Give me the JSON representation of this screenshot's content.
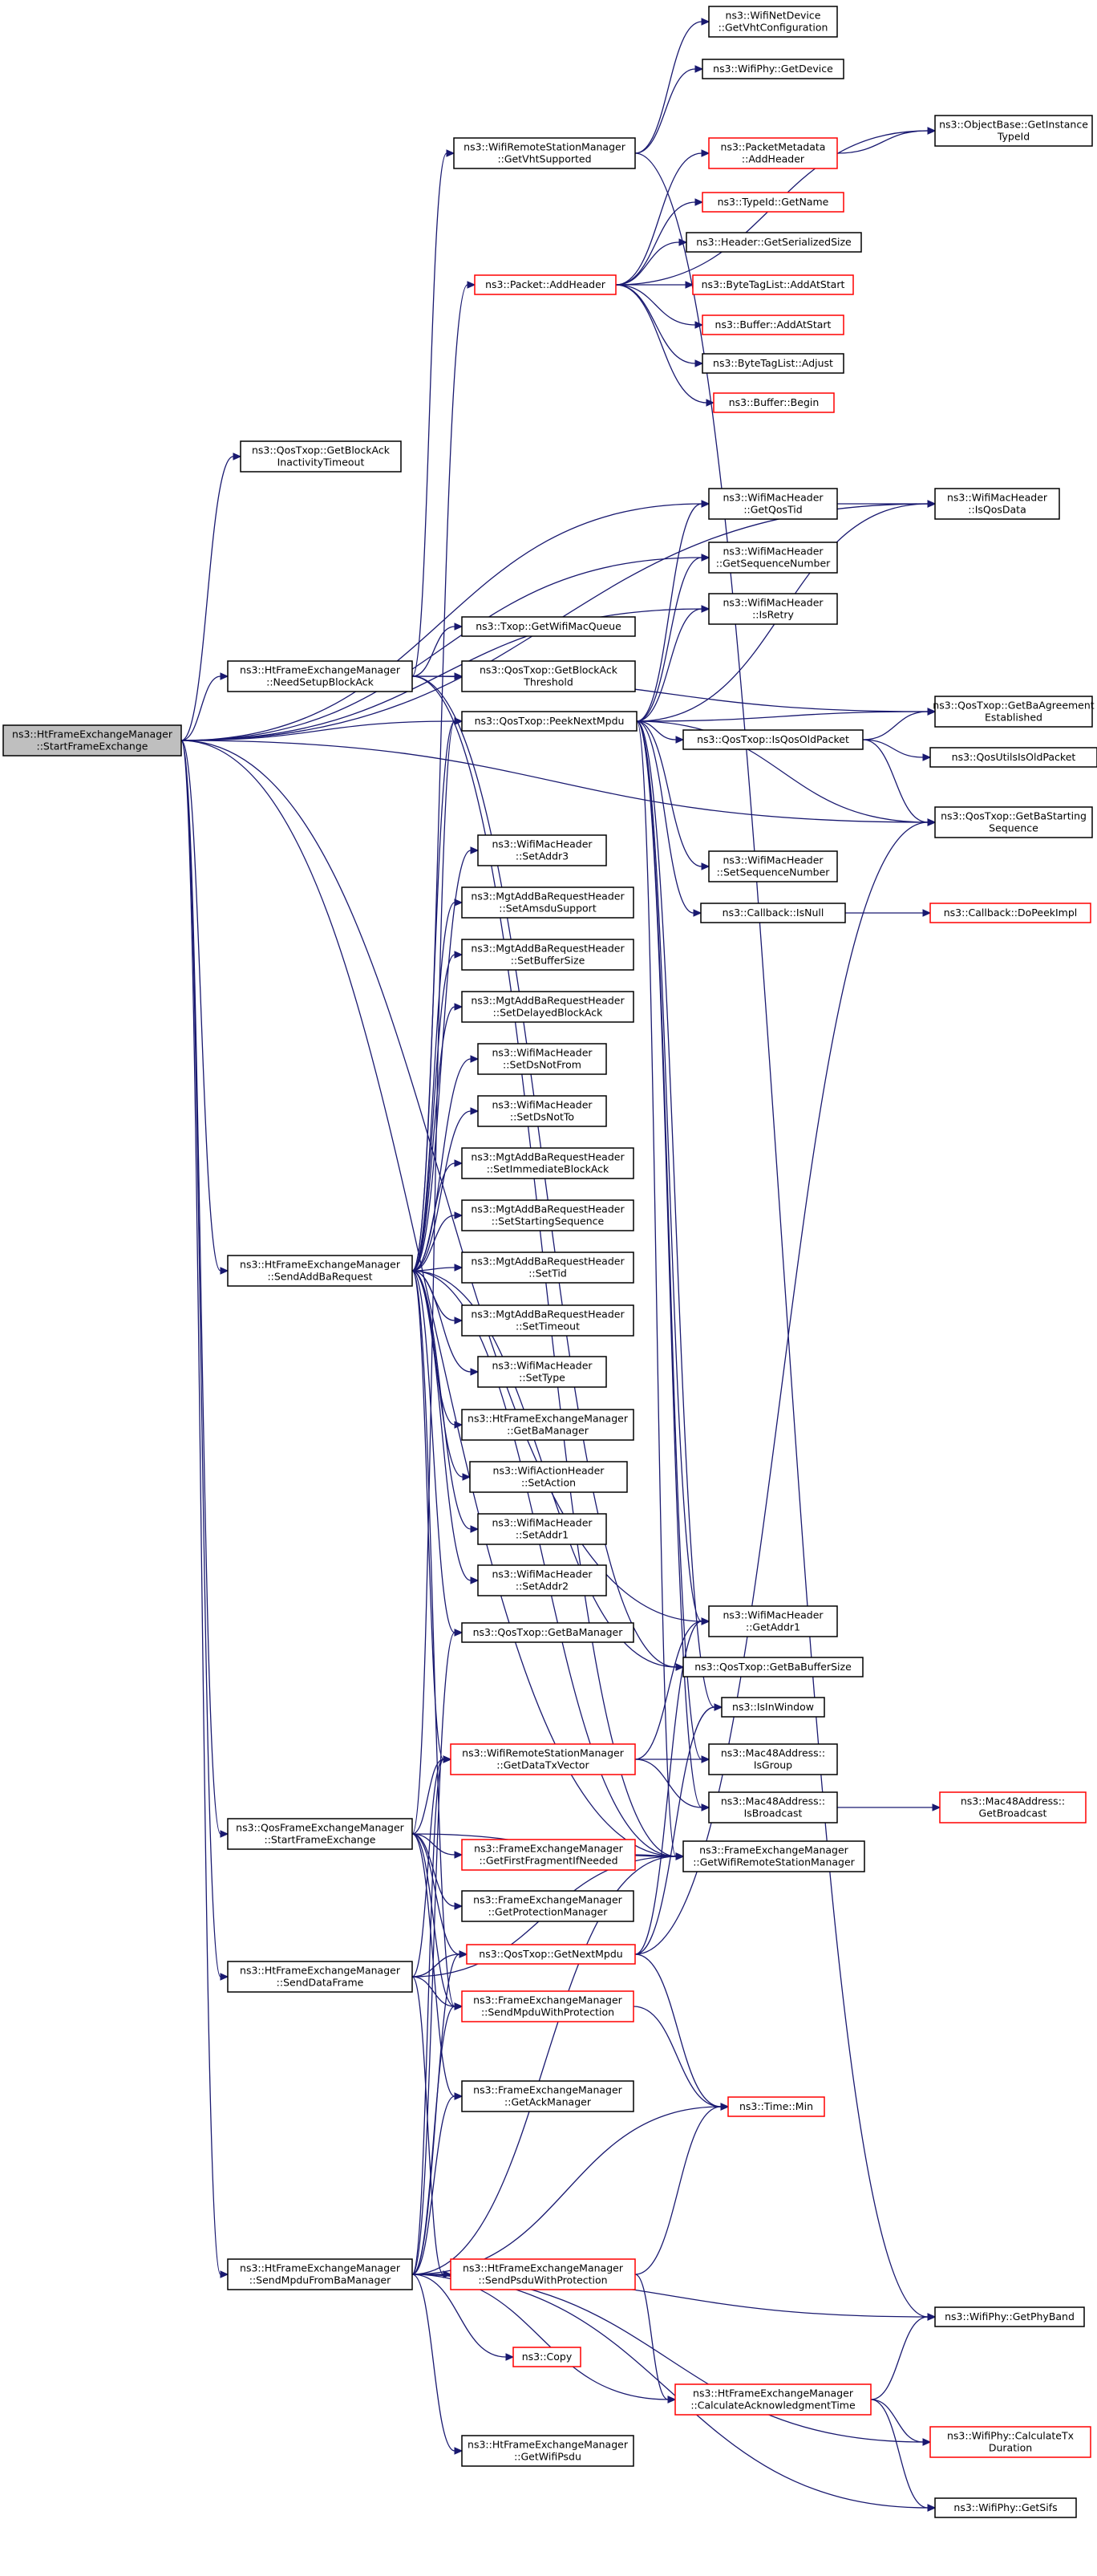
{
  "colors": {
    "edge": "#191970",
    "border_normal": "#000000",
    "border_truncated": "#ff0000",
    "root_fill": "#bfbfbf",
    "node_fill": "#ffffff"
  },
  "root": "start",
  "nodes": [
    {
      "id": "start",
      "lines": [
        "ns3::HtFrameExchangeManager",
        "::StartFrameExchange"
      ],
      "status": "root"
    },
    {
      "id": "blockack_timeout",
      "lines": [
        "ns3::QosTxop::GetBlockAck",
        "InactivityTimeout"
      ],
      "status": "normal"
    },
    {
      "id": "getqostid",
      "lines": [
        "ns3::WifiMacHeader",
        "::GetQosTid"
      ],
      "status": "normal"
    },
    {
      "id": "isqosdata",
      "lines": [
        "ns3::WifiMacHeader",
        "::IsQosData"
      ],
      "status": "normal"
    },
    {
      "id": "getseqnum",
      "lines": [
        "ns3::WifiMacHeader",
        "::GetSequenceNumber"
      ],
      "status": "normal"
    },
    {
      "id": "isretry",
      "lines": [
        "ns3::WifiMacHeader",
        "::IsRetry"
      ],
      "status": "normal"
    },
    {
      "id": "needsetup",
      "lines": [
        "ns3::HtFrameExchangeManager",
        "::NeedSetupBlockAck"
      ],
      "status": "normal"
    },
    {
      "id": "getwifimacqueue",
      "lines": [
        "ns3::Txop::GetWifiMacQueue"
      ],
      "status": "normal"
    },
    {
      "id": "getblockackthr",
      "lines": [
        "ns3::QosTxop::GetBlockAck",
        "Threshold"
      ],
      "status": "normal"
    },
    {
      "id": "getvhtsupported",
      "lines": [
        "ns3::WifiRemoteStationManager",
        "::GetVhtSupported"
      ],
      "status": "normal"
    },
    {
      "id": "getvhtconfig",
      "lines": [
        "ns3::WifiNetDevice",
        "::GetVhtConfiguration"
      ],
      "status": "normal"
    },
    {
      "id": "phygetdevice",
      "lines": [
        "ns3::WifiPhy::GetDevice"
      ],
      "status": "normal"
    },
    {
      "id": "getinstancetypeid",
      "lines": [
        "ns3::ObjectBase::GetInstance",
        "TypeId"
      ],
      "status": "normal"
    },
    {
      "id": "pktmeta_addheader",
      "lines": [
        "ns3::PacketMetadata",
        "::AddHeader"
      ],
      "status": "truncated"
    },
    {
      "id": "typeid_getname",
      "lines": [
        "ns3::TypeId::GetName"
      ],
      "status": "truncated"
    },
    {
      "id": "header_getser",
      "lines": [
        "ns3::Header::GetSerializedSize"
      ],
      "status": "normal"
    },
    {
      "id": "packet_addheader",
      "lines": [
        "ns3::Packet::AddHeader"
      ],
      "status": "truncated"
    },
    {
      "id": "bytetag_addatstart",
      "lines": [
        "ns3::ByteTagList::AddAtStart"
      ],
      "status": "truncated"
    },
    {
      "id": "buffer_addatstart",
      "lines": [
        "ns3::Buffer::AddAtStart"
      ],
      "status": "truncated"
    },
    {
      "id": "bytetag_adjust",
      "lines": [
        "ns3::ByteTagList::Adjust"
      ],
      "status": "normal"
    },
    {
      "id": "buffer_begin",
      "lines": [
        "ns3::Buffer::Begin"
      ],
      "status": "truncated"
    },
    {
      "id": "peeknextmpdu",
      "lines": [
        "ns3::QosTxop::PeekNextMpdu"
      ],
      "status": "normal"
    },
    {
      "id": "isqosoldpacket",
      "lines": [
        "ns3::QosTxop::IsQosOldPacket"
      ],
      "status": "normal"
    },
    {
      "id": "getbaagreement",
      "lines": [
        "ns3::QosTxop::GetBaAgreement",
        "Established"
      ],
      "status": "normal"
    },
    {
      "id": "qosutilsisold",
      "lines": [
        "ns3::QosUtilsIsOldPacket"
      ],
      "status": "normal"
    },
    {
      "id": "getbastartseq",
      "lines": [
        "ns3::QosTxop::GetBaStarting",
        "Sequence"
      ],
      "status": "normal"
    },
    {
      "id": "setseqnum",
      "lines": [
        "ns3::WifiMacHeader",
        "::SetSequenceNumber"
      ],
      "status": "normal"
    },
    {
      "id": "callback_isnull",
      "lines": [
        "ns3::Callback::IsNull"
      ],
      "status": "normal"
    },
    {
      "id": "callback_dopeek",
      "lines": [
        "ns3::Callback::DoPeekImpl"
      ],
      "status": "truncated"
    },
    {
      "id": "setaddr3",
      "lines": [
        "ns3::WifiMacHeader",
        "::SetAddr3"
      ],
      "status": "normal"
    },
    {
      "id": "setamsdusupport",
      "lines": [
        "ns3::MgtAddBaRequestHeader",
        "::SetAmsduSupport"
      ],
      "status": "normal"
    },
    {
      "id": "setbuffersize",
      "lines": [
        "ns3::MgtAddBaRequestHeader",
        "::SetBufferSize"
      ],
      "status": "normal"
    },
    {
      "id": "setdelayedblockack",
      "lines": [
        "ns3::MgtAddBaRequestHeader",
        "::SetDelayedBlockAck"
      ],
      "status": "normal"
    },
    {
      "id": "setdsnotfrom",
      "lines": [
        "ns3::WifiMacHeader",
        "::SetDsNotFrom"
      ],
      "status": "normal"
    },
    {
      "id": "setdsnotto",
      "lines": [
        "ns3::WifiMacHeader",
        "::SetDsNotTo"
      ],
      "status": "normal"
    },
    {
      "id": "setimmediateblockack",
      "lines": [
        "ns3::MgtAddBaRequestHeader",
        "::SetImmediateBlockAck"
      ],
      "status": "normal"
    },
    {
      "id": "setstartingseq",
      "lines": [
        "ns3::MgtAddBaRequestHeader",
        "::SetStartingSequence"
      ],
      "status": "normal"
    },
    {
      "id": "settid",
      "lines": [
        "ns3::MgtAddBaRequestHeader",
        "::SetTid"
      ],
      "status": "normal"
    },
    {
      "id": "settimeout",
      "lines": [
        "ns3::MgtAddBaRequestHeader",
        "::SetTimeout"
      ],
      "status": "normal"
    },
    {
      "id": "settype",
      "lines": [
        "ns3::WifiMacHeader",
        "::SetType"
      ],
      "status": "normal"
    },
    {
      "id": "sendaddbarequest",
      "lines": [
        "ns3::HtFrameExchangeManager",
        "::SendAddBaRequest"
      ],
      "status": "normal"
    },
    {
      "id": "getbamanager_ht",
      "lines": [
        "ns3::HtFrameExchangeManager",
        "::GetBaManager"
      ],
      "status": "normal"
    },
    {
      "id": "setaction",
      "lines": [
        "ns3::WifiActionHeader",
        "::SetAction"
      ],
      "status": "normal"
    },
    {
      "id": "setaddr1",
      "lines": [
        "ns3::WifiMacHeader",
        "::SetAddr1"
      ],
      "status": "normal"
    },
    {
      "id": "setaddr2",
      "lines": [
        "ns3::WifiMacHeader",
        "::SetAddr2"
      ],
      "status": "normal"
    },
    {
      "id": "getaddr1",
      "lines": [
        "ns3::WifiMacHeader",
        "::GetAddr1"
      ],
      "status": "normal"
    },
    {
      "id": "qos_getbamanager",
      "lines": [
        "ns3::QosTxop::GetBaManager"
      ],
      "status": "normal"
    },
    {
      "id": "getbabuffersize",
      "lines": [
        "ns3::QosTxop::GetBaBufferSize"
      ],
      "status": "normal"
    },
    {
      "id": "isinwindow",
      "lines": [
        "ns3::IsInWindow"
      ],
      "status": "normal"
    },
    {
      "id": "getdatatxvector",
      "lines": [
        "ns3::WifiRemoteStationManager",
        "::GetDataTxVector"
      ],
      "status": "truncated"
    },
    {
      "id": "isgroup",
      "lines": [
        "ns3::Mac48Address::",
        "IsGroup"
      ],
      "status": "normal"
    },
    {
      "id": "isbroadcast",
      "lines": [
        "ns3::Mac48Address::",
        "IsBroadcast"
      ],
      "status": "normal"
    },
    {
      "id": "getbroadcast",
      "lines": [
        "ns3::Mac48Address::",
        "GetBroadcast"
      ],
      "status": "truncated"
    },
    {
      "id": "qos_startframeexchange",
      "lines": [
        "ns3::QosFrameExchangeManager",
        "::StartFrameExchange"
      ],
      "status": "normal"
    },
    {
      "id": "getfirstfragment",
      "lines": [
        "ns3::FrameExchangeManager",
        "::GetFirstFragmentIfNeeded"
      ],
      "status": "truncated"
    },
    {
      "id": "getwifirsm",
      "lines": [
        "ns3::FrameExchangeManager",
        "::GetWifiRemoteStationManager"
      ],
      "status": "normal"
    },
    {
      "id": "getprotectionmanager",
      "lines": [
        "ns3::FrameExchangeManager",
        "::GetProtectionManager"
      ],
      "status": "normal"
    },
    {
      "id": "senddataframe",
      "lines": [
        "ns3::HtFrameExchangeManager",
        "::SendDataFrame"
      ],
      "status": "normal"
    },
    {
      "id": "getnextmpdu",
      "lines": [
        "ns3::QosTxop::GetNextMpdu"
      ],
      "status": "truncated"
    },
    {
      "id": "sendmpduwithprot",
      "lines": [
        "ns3::FrameExchangeManager",
        "::SendMpduWithProtection"
      ],
      "status": "truncated"
    },
    {
      "id": "getackmanager",
      "lines": [
        "ns3::FrameExchangeManager",
        "::GetAckManager"
      ],
      "status": "normal"
    },
    {
      "id": "time_min",
      "lines": [
        "ns3::Time::Min"
      ],
      "status": "truncated"
    },
    {
      "id": "sendmpdufromba",
      "lines": [
        "ns3::HtFrameExchangeManager",
        "::SendMpduFromBaManager"
      ],
      "status": "normal"
    },
    {
      "id": "sendpsduwithprot",
      "lines": [
        "ns3::HtFrameExchangeManager",
        "::SendPsduWithProtection"
      ],
      "status": "truncated"
    },
    {
      "id": "getphyband",
      "lines": [
        "ns3::WifiPhy::GetPhyBand"
      ],
      "status": "normal"
    },
    {
      "id": "copy",
      "lines": [
        "ns3::Copy"
      ],
      "status": "truncated"
    },
    {
      "id": "calcackwtime",
      "lines": [
        "ns3::HtFrameExchangeManager",
        "::CalculateAcknowledgmentTime"
      ],
      "status": "truncated"
    },
    {
      "id": "calctxduration",
      "lines": [
        "ns3::WifiPhy::CalculateTx",
        "Duration"
      ],
      "status": "truncated"
    },
    {
      "id": "getwifipsdu",
      "lines": [
        "ns3::HtFrameExchangeManager",
        "::GetWifiPsdu"
      ],
      "status": "normal"
    },
    {
      "id": "getsifs",
      "lines": [
        "ns3::WifiPhy::GetSifs"
      ],
      "status": "normal"
    }
  ],
  "edges": [
    [
      "start",
      "blockack_timeout"
    ],
    [
      "start",
      "getqostid"
    ],
    [
      "start",
      "isqosdata"
    ],
    [
      "start",
      "getseqnum"
    ],
    [
      "start",
      "isretry"
    ],
    [
      "start",
      "needsetup"
    ],
    [
      "start",
      "peeknextmpdu"
    ],
    [
      "start",
      "sendaddbarequest"
    ],
    [
      "start",
      "qos_startframeexchange"
    ],
    [
      "start",
      "senddataframe"
    ],
    [
      "start",
      "sendmpdufromba"
    ],
    [
      "start",
      "getaddr1"
    ],
    [
      "start",
      "getwifirsm"
    ],
    [
      "start",
      "getbastartseq"
    ],
    [
      "needsetup",
      "getwifimacqueue"
    ],
    [
      "needsetup",
      "getblockackthr"
    ],
    [
      "needsetup",
      "getvhtsupported"
    ],
    [
      "needsetup",
      "getbaagreement"
    ],
    [
      "needsetup",
      "getbabuffersize"
    ],
    [
      "needsetup",
      "getwifirsm"
    ],
    [
      "getvhtsupported",
      "getvhtconfig"
    ],
    [
      "getvhtsupported",
      "phygetdevice"
    ],
    [
      "getvhtsupported",
      "getphyband"
    ],
    [
      "packet_addheader",
      "pktmeta_addheader"
    ],
    [
      "packet_addheader",
      "typeid_getname"
    ],
    [
      "packet_addheader",
      "header_getser"
    ],
    [
      "packet_addheader",
      "bytetag_addatstart"
    ],
    [
      "packet_addheader",
      "buffer_addatstart"
    ],
    [
      "packet_addheader",
      "bytetag_adjust"
    ],
    [
      "packet_addheader",
      "buffer_begin"
    ],
    [
      "packet_addheader",
      "getinstancetypeid"
    ],
    [
      "pktmeta_addheader",
      "getinstancetypeid"
    ],
    [
      "getqostid",
      "isqosdata"
    ],
    [
      "peeknextmpdu",
      "isqosoldpacket"
    ],
    [
      "peeknextmpdu",
      "getbaagreement"
    ],
    [
      "peeknextmpdu",
      "getbastartseq"
    ],
    [
      "peeknextmpdu",
      "setseqnum"
    ],
    [
      "peeknextmpdu",
      "callback_isnull"
    ],
    [
      "peeknextmpdu",
      "getqostid"
    ],
    [
      "peeknextmpdu",
      "getseqnum"
    ],
    [
      "peeknextmpdu",
      "isretry"
    ],
    [
      "peeknextmpdu",
      "isqosdata"
    ],
    [
      "peeknextmpdu",
      "getaddr1"
    ],
    [
      "peeknextmpdu",
      "isinwindow"
    ],
    [
      "peeknextmpdu",
      "isgroup"
    ],
    [
      "peeknextmpdu",
      "isbroadcast"
    ],
    [
      "peeknextmpdu",
      "getwifirsm"
    ],
    [
      "isqosoldpacket",
      "getbaagreement"
    ],
    [
      "isqosoldpacket",
      "qosutilsisold"
    ],
    [
      "isqosoldpacket",
      "getbastartseq"
    ],
    [
      "callback_isnull",
      "callback_dopeek"
    ],
    [
      "sendaddbarequest",
      "packet_addheader"
    ],
    [
      "sendaddbarequest",
      "setaddr3"
    ],
    [
      "sendaddbarequest",
      "setamsdusupport"
    ],
    [
      "sendaddbarequest",
      "setbuffersize"
    ],
    [
      "sendaddbarequest",
      "setdelayedblockack"
    ],
    [
      "sendaddbarequest",
      "setdsnotfrom"
    ],
    [
      "sendaddbarequest",
      "setdsnotto"
    ],
    [
      "sendaddbarequest",
      "setimmediateblockack"
    ],
    [
      "sendaddbarequest",
      "setstartingseq"
    ],
    [
      "sendaddbarequest",
      "settid"
    ],
    [
      "sendaddbarequest",
      "settimeout"
    ],
    [
      "sendaddbarequest",
      "settype"
    ],
    [
      "sendaddbarequest",
      "getbamanager_ht"
    ],
    [
      "sendaddbarequest",
      "setaction"
    ],
    [
      "sendaddbarequest",
      "setaddr1"
    ],
    [
      "sendaddbarequest",
      "setaddr2"
    ],
    [
      "sendaddbarequest",
      "qos_getbamanager"
    ],
    [
      "sendaddbarequest",
      "getdatatxvector"
    ],
    [
      "sendaddbarequest",
      "getbabuffersize"
    ],
    [
      "sendaddbarequest",
      "getwifirsm"
    ],
    [
      "sendaddbarequest",
      "sendmpduwithprot"
    ],
    [
      "sendaddbarequest",
      "peeknextmpdu"
    ],
    [
      "getdatatxvector",
      "getaddr1"
    ],
    [
      "getdatatxvector",
      "isgroup"
    ],
    [
      "getdatatxvector",
      "isbroadcast"
    ],
    [
      "isbroadcast",
      "getbroadcast"
    ],
    [
      "qos_startframeexchange",
      "peeknextmpdu"
    ],
    [
      "qos_startframeexchange",
      "getdatatxvector"
    ],
    [
      "qos_startframeexchange",
      "getfirstfragment"
    ],
    [
      "qos_startframeexchange",
      "getwifirsm"
    ],
    [
      "qos_startframeexchange",
      "getprotectionmanager"
    ],
    [
      "qos_startframeexchange",
      "getnextmpdu"
    ],
    [
      "qos_startframeexchange",
      "sendmpduwithprot"
    ],
    [
      "qos_startframeexchange",
      "getackmanager"
    ],
    [
      "getfirstfragment",
      "getwifirsm"
    ],
    [
      "senddataframe",
      "getnextmpdu"
    ],
    [
      "senddataframe",
      "getdatatxvector"
    ],
    [
      "senddataframe",
      "sendmpduwithprot"
    ],
    [
      "senddataframe",
      "sendpsduwithprot"
    ],
    [
      "senddataframe",
      "getwifirsm"
    ],
    [
      "getnextmpdu",
      "getaddr1"
    ],
    [
      "getnextmpdu",
      "getbastartseq"
    ],
    [
      "getnextmpdu",
      "time_min"
    ],
    [
      "getnextmpdu",
      "isinwindow"
    ],
    [
      "sendmpduwithprot",
      "time_min"
    ],
    [
      "sendmpdufromba",
      "qos_getbamanager"
    ],
    [
      "sendmpdufromba",
      "getdatatxvector"
    ],
    [
      "sendmpdufromba",
      "getnextmpdu"
    ],
    [
      "sendmpdufromba",
      "sendmpduwithprot"
    ],
    [
      "sendmpdufromba",
      "getackmanager"
    ],
    [
      "sendmpdufromba",
      "time_min"
    ],
    [
      "sendmpdufromba",
      "sendpsduwithprot"
    ],
    [
      "sendmpdufromba",
      "getphyband"
    ],
    [
      "sendmpdufromba",
      "copy"
    ],
    [
      "sendmpdufromba",
      "calcackwtime"
    ],
    [
      "sendmpdufromba",
      "getwifipsdu"
    ],
    [
      "sendmpdufromba",
      "calctxduration"
    ],
    [
      "sendmpdufromba",
      "getsifs"
    ],
    [
      "sendmpdufromba",
      "getwifirsm"
    ],
    [
      "sendpsduwithprot",
      "time_min"
    ],
    [
      "sendpsduwithprot",
      "calcackwtime"
    ],
    [
      "calcackwtime",
      "getphyband"
    ],
    [
      "calcackwtime",
      "calctxduration"
    ],
    [
      "calcackwtime",
      "getsifs"
    ]
  ]
}
